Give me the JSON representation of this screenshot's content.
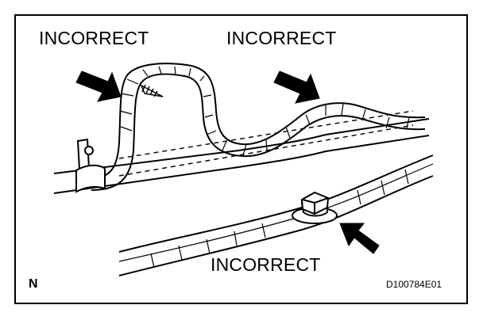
{
  "figure": {
    "labels": {
      "incorrect_1": "INCORRECT",
      "incorrect_2": "INCORRECT",
      "incorrect_3": "INCORRECT"
    },
    "corner_mark": "N",
    "figure_code": "D100784E01"
  },
  "colors": {
    "line": "#000000",
    "background": "#ffffff"
  }
}
